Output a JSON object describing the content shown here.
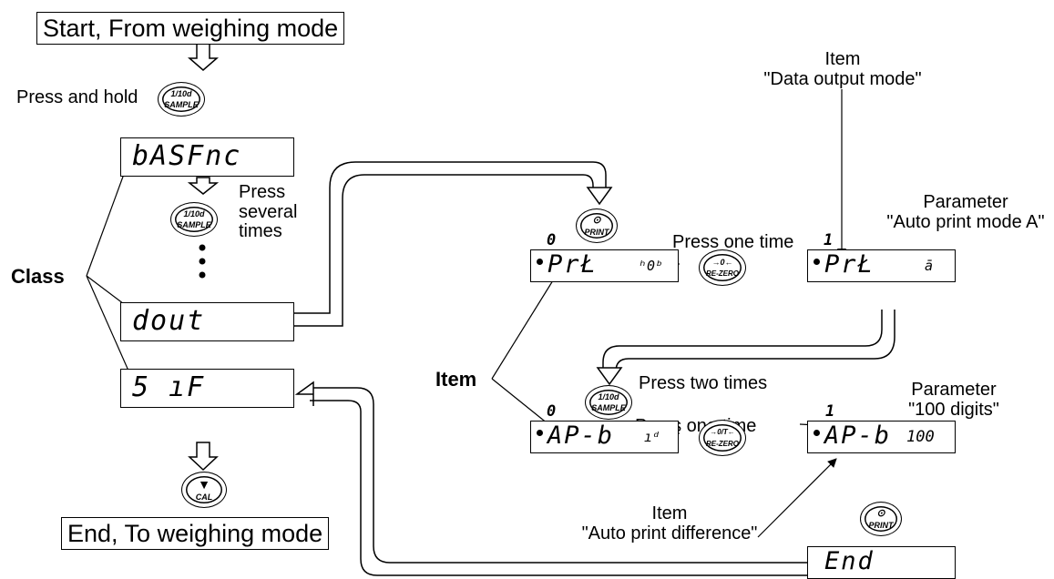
{
  "title": {
    "start": "Start, From weighing mode",
    "end": "End, To weighing mode"
  },
  "labels": {
    "press_and_hold": "Press and hold",
    "press_several_times": "Press\nseveral\ntimes",
    "class": "Class",
    "item": "Item",
    "press_one_time_1": "Press one time",
    "press_one_time_2": "Press one time",
    "press_two_times": "Press two times",
    "item_data_output": "Item\n\"Data output mode\"",
    "param_auto_print_a": "Parameter\n\"Auto print mode A\"",
    "param_100_digits": "Parameter\n\"100 digits\"",
    "item_auto_print_diff": "Item\n\"Auto print difference\""
  },
  "displays": {
    "basfnc": "bASFnc",
    "dout": "dout",
    "sif": "5 ıF",
    "prt_1": "PrŁ",
    "prt_1_unit": "ʰ0ᵇ",
    "prt_2": "PrŁ",
    "prt_2_value": "ā",
    "apb_1": "AP-b",
    "apb_1_value": "ıᵈ",
    "apb_2": "AP-b",
    "apb_2_value": "100",
    "end": "End",
    "blink_0a": "0",
    "blink_1a": "1",
    "blink_0b": "0",
    "blink_1b": "1"
  },
  "buttons": {
    "sample_top": "1/10d",
    "sample_bottom": "SAMPLE",
    "print": "PRINT",
    "print_icon": "⊙",
    "rezero_a_top": "→0←",
    "rezero_b_top": "→0/T←",
    "rezero_bottom": "RE-ZERO",
    "cal": "CAL",
    "cal_icon": "▼"
  },
  "icons": [
    "arrow-down-icon",
    "arrow-right-icon",
    "print-icon",
    "cal-triangle-icon"
  ]
}
